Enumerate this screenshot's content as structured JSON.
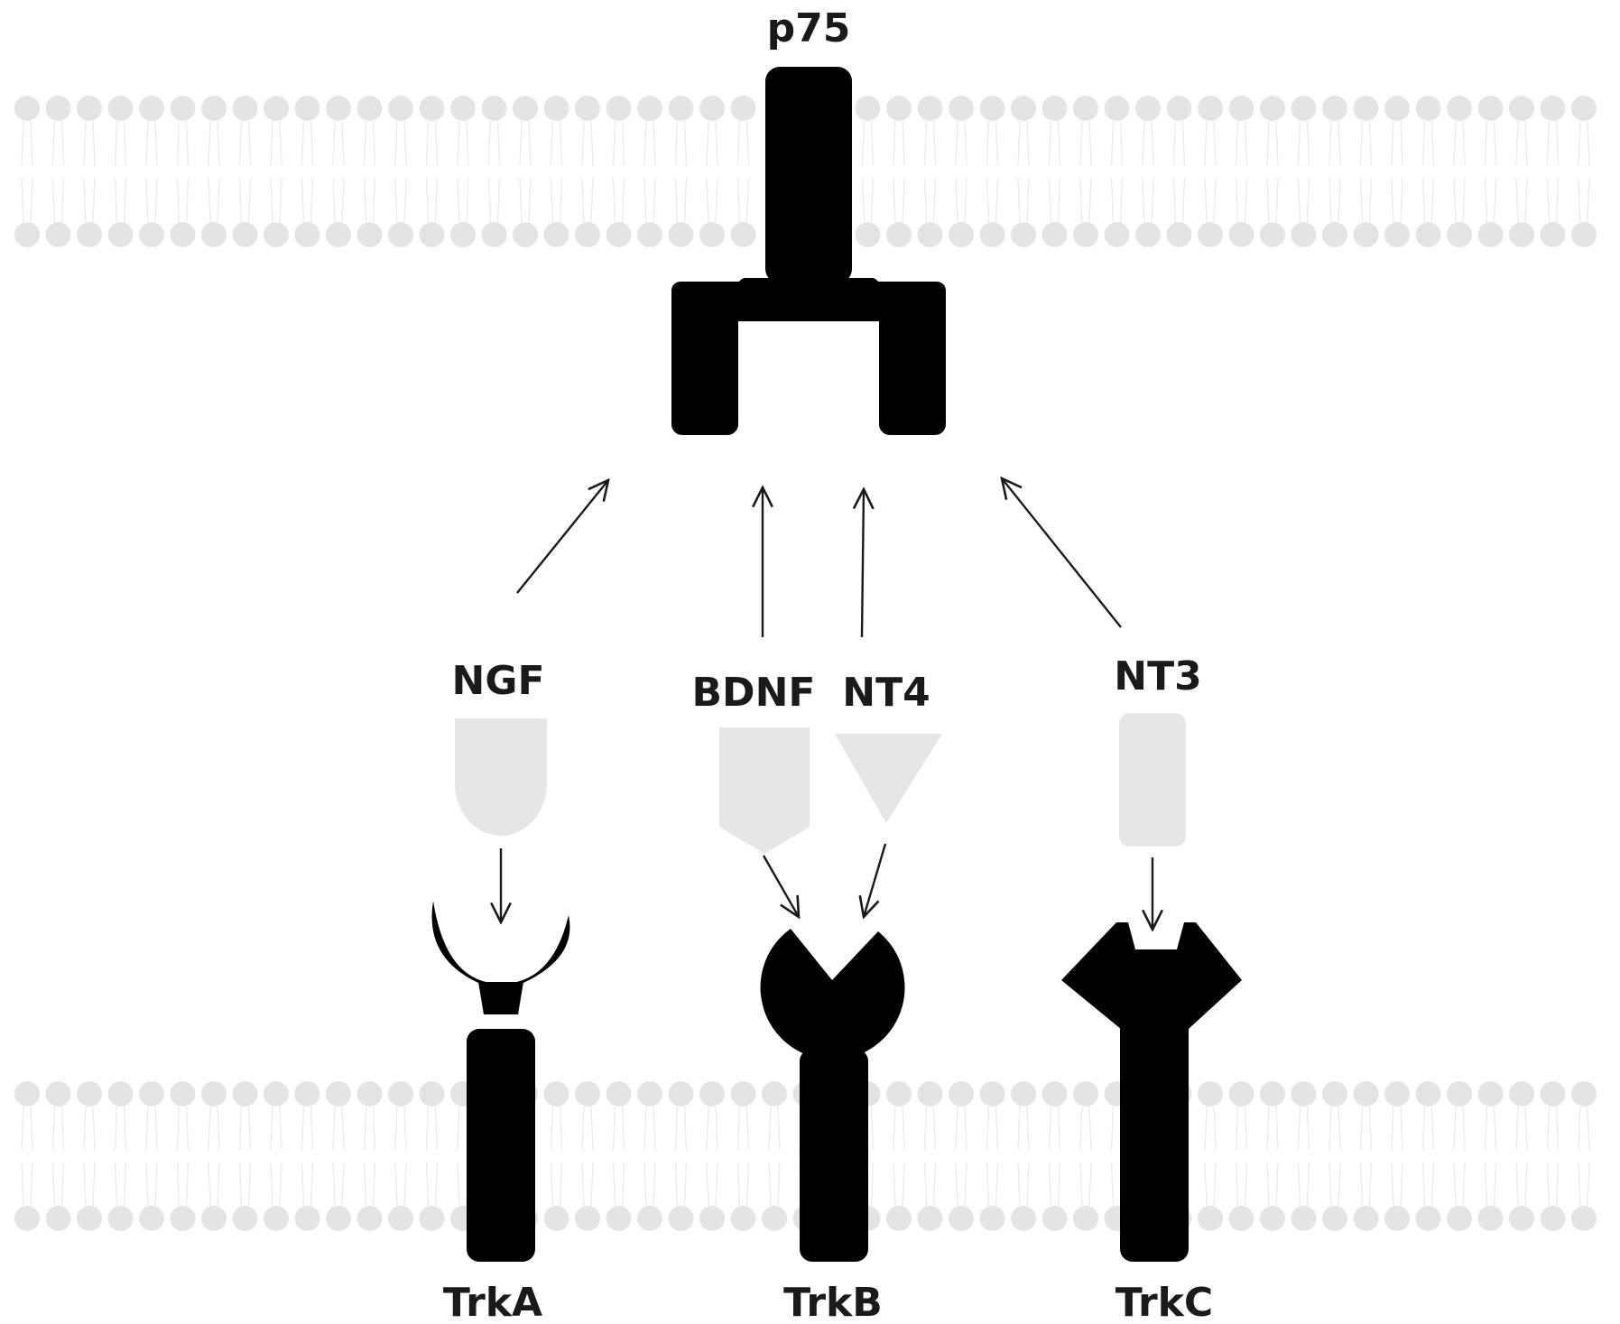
{
  "diagram": {
    "receptors": {
      "p75": "p75",
      "trka": "TrkA",
      "trkb": "TrkB",
      "trkc": "TrkC"
    },
    "ligands": {
      "ngf": "NGF",
      "bdnf": "BDNF",
      "nt4": "NT4",
      "nt3": "NT3"
    },
    "colors": {
      "receptor": "#000000",
      "ligand": "#e6e6e6",
      "membrane": "#e4e4e4",
      "arrow": "#1a1a1a"
    }
  }
}
